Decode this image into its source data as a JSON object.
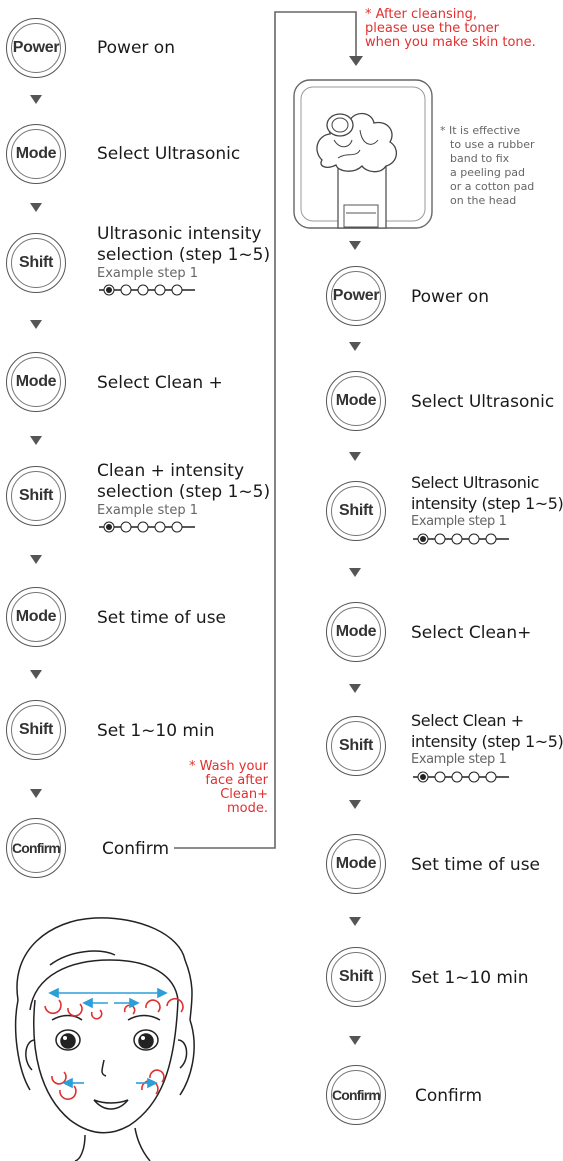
{
  "left_steps": [
    {
      "button": "Power",
      "label": "Power on"
    },
    {
      "button": "Mode",
      "label": "Select Ultrasonic"
    },
    {
      "button": "Shift",
      "label_lines": [
        "Ultrasonic intensity",
        "selection (step 1~5)"
      ],
      "example": "Example step 1"
    },
    {
      "button": "Mode",
      "label": "Select Clean +"
    },
    {
      "button": "Shift",
      "label_lines": [
        "Clean + intensity",
        "selection (step 1~5)"
      ],
      "example": "Example step 1"
    },
    {
      "button": "Mode",
      "label": "Set time of use"
    },
    {
      "button": "Shift",
      "label": "Set 1~10 min"
    },
    {
      "button": "Confirm",
      "label": "Confirm"
    }
  ],
  "right_steps": [
    {
      "button": "Power",
      "label": "Power on"
    },
    {
      "button": "Mode",
      "label": "Select Ultrasonic"
    },
    {
      "button": "Shift",
      "label_lines": [
        "Select Ultrasonic",
        "intensity (step 1~5)"
      ],
      "example": "Example step 1"
    },
    {
      "button": "Mode",
      "label": "Select Clean+"
    },
    {
      "button": "Shift",
      "label_lines": [
        "Select Clean +",
        "intensity (step 1~5)"
      ],
      "example": "Example step 1"
    },
    {
      "button": "Mode",
      "label": "Set time of use"
    },
    {
      "button": "Shift",
      "label": "Set 1~10 min"
    },
    {
      "button": "Confirm",
      "label": "Confirm"
    }
  ],
  "notes": {
    "toner": "* After cleansing,\n  please use the toner\n  when you make skin tone.",
    "wash": "* Wash your\nface after\nClean+ mode.",
    "rubber_band": [
      "* It is effective",
      "to use a rubber",
      "band to fix",
      "a peeling pad",
      "or a cotton pad",
      "on the head"
    ]
  },
  "colors": {
    "accent_red": "#e03030",
    "arrow_blue": "#2a9fd8",
    "line_grey": "#555555"
  },
  "icons": {
    "device": "beauty-device-with-pad-icon",
    "face": "face-massage-direction-icon"
  }
}
